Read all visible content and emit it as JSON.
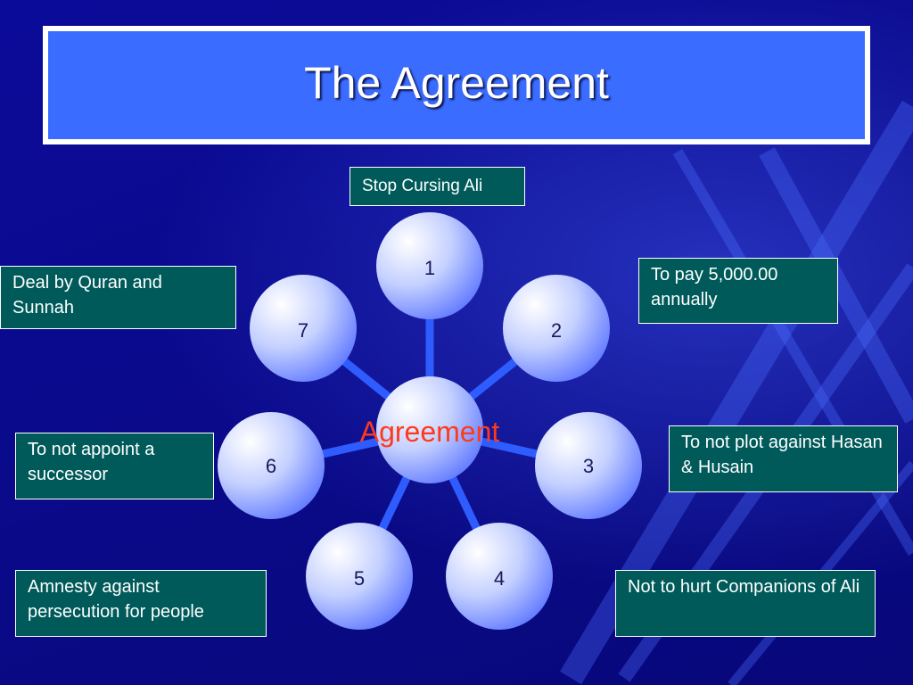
{
  "slide": {
    "title": "The Agreement"
  },
  "diagram": {
    "center": "Agreement",
    "nodes": [
      "1",
      "2",
      "3",
      "4",
      "5",
      "6",
      "7"
    ]
  },
  "notes": {
    "stop_cursing": "Stop Cursing Ali",
    "pay": "To pay 5,000.00 annually",
    "not_plot": "To not plot against Hasan & Husain",
    "not_hurt": "Not to hurt Companions of Ali",
    "amnesty": "Amnesty against persecution for people",
    "successor": "To not appoint a successor",
    "quran": "Deal by Quran and Sunnah"
  },
  "colors": {
    "title_fill": "#3a6cff",
    "note_fill": "#005a5a",
    "center_text": "#ff3a1a",
    "spoke": "#2f5cff"
  }
}
